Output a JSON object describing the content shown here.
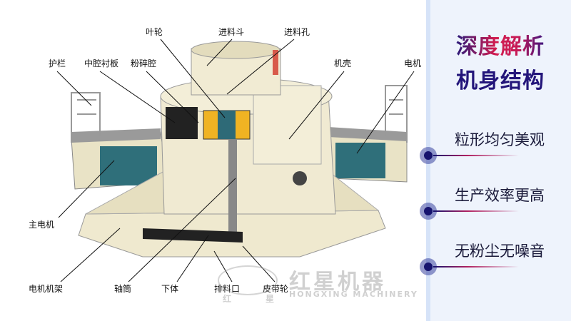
{
  "diagram": {
    "labels": {
      "guardrail": "护栏",
      "cavity_liner": "中腔衬板",
      "crushing_chamber": "粉碎腔",
      "impeller": "叶轮",
      "feed_hopper": "进料斗",
      "feed_inlet": "进料孔",
      "casing": "机壳",
      "motor": "电机",
      "main_motor": "主电机",
      "motor_frame": "电机机架",
      "shaft_barrel": "轴筒",
      "lower_body": "下体",
      "discharge_port": "排料口",
      "pulley": "皮带轮"
    },
    "watermark": {
      "brand": "红星机器",
      "pinyin": "HONGXING MACHINERY",
      "small1": "红",
      "small2": "星"
    }
  },
  "panel": {
    "title_line1": "深度解析",
    "title_line2": "机身结构",
    "features": [
      "粒形均匀美观",
      "生产效率更高",
      "无粉尘无噪音"
    ]
  },
  "colors": {
    "body": "#efe9cf",
    "motor": "#2f6f7a",
    "impeller": "#f0b323",
    "title_dark": "#23157a",
    "title_accent": "#d31c4f"
  }
}
